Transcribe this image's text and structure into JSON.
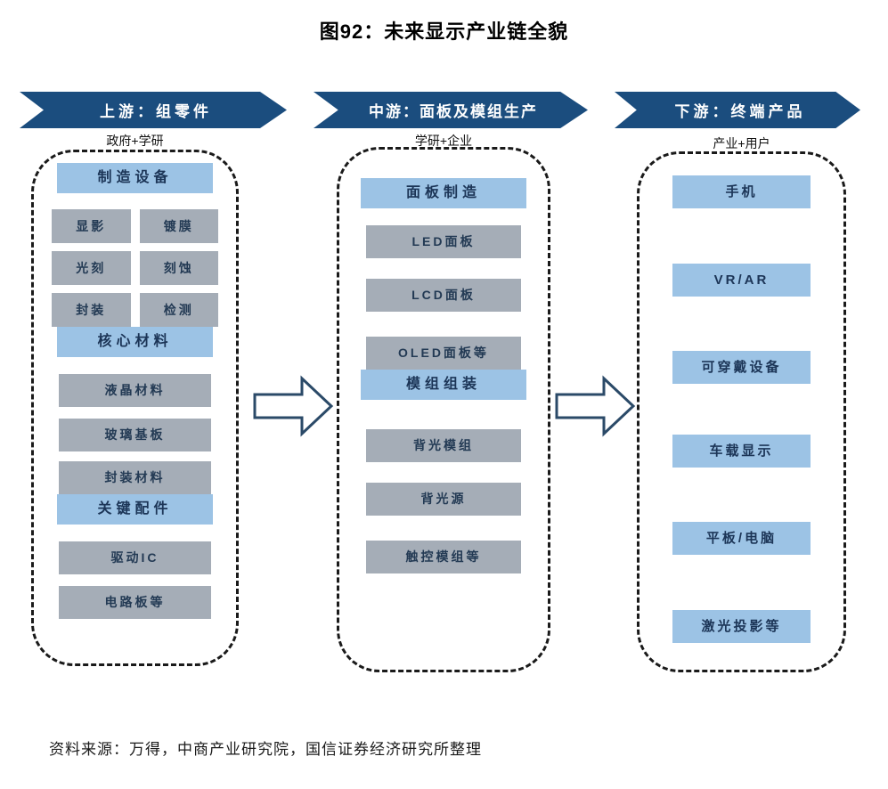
{
  "title": "图92：未来显示产业链全貌",
  "source": "资料来源：万得，中商产业研究院，国信证券经济研究所整理",
  "colors": {
    "banner_navy": "#1b4d7e",
    "header_blue": "#9cc3e5",
    "item_gray": "#a5adb7",
    "box_text_navy": "#1c3557",
    "dashed_border": "#1a1a1a"
  },
  "columns": [
    {
      "banner": "上游：组零件",
      "subtitle": "政府+学研",
      "sections": [
        {
          "header": "制造设备",
          "items": [
            "显影",
            "镀膜",
            "光刻",
            "刻蚀",
            "封装",
            "检测"
          ]
        },
        {
          "header": "核心材料",
          "items": [
            "液晶材料",
            "玻璃基板",
            "封装材料"
          ]
        },
        {
          "header": "关键配件",
          "items": [
            "驱动IC",
            "电路板等"
          ]
        }
      ]
    },
    {
      "banner": "中游：面板及模组生产",
      "subtitle": "学研+企业",
      "sections": [
        {
          "header": "面板制造",
          "items": [
            "LED面板",
            "LCD面板",
            "OLED面板等"
          ]
        },
        {
          "header": "模组组装",
          "items": [
            "背光模组",
            "背光源",
            "触控模组等"
          ]
        }
      ]
    },
    {
      "banner": "下游：终端产品",
      "subtitle": "产业+用户",
      "sections": [
        {
          "header": null,
          "items": [
            "手机",
            "VR/AR",
            "可穿戴设备",
            "车载显示",
            "平板/电脑",
            "激光投影等"
          ]
        }
      ]
    }
  ]
}
